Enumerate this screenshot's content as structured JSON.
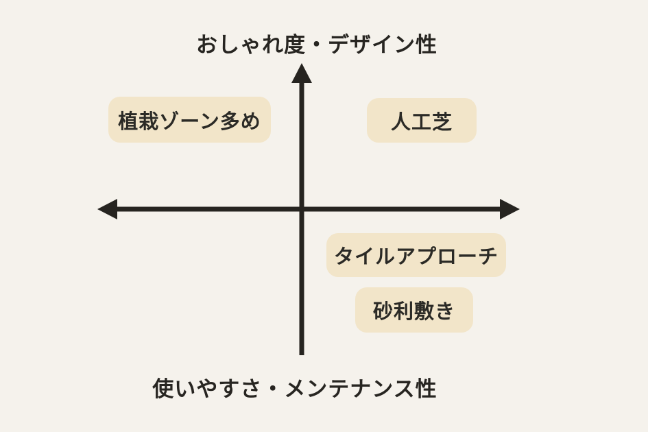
{
  "diagram": {
    "type": "quadrant-matrix",
    "axis": {
      "top_label": "おしゃれ度・デザイン性",
      "bottom_label": "使いやすさ・メンテナンス性"
    },
    "items": [
      {
        "label": "植栽ゾーン多め",
        "quadrant": "top-left"
      },
      {
        "label": "人工芝",
        "quadrant": "top-right"
      },
      {
        "label": "タイルアプローチ",
        "quadrant": "bottom-right-upper"
      },
      {
        "label": "砂利敷き",
        "quadrant": "bottom-right-lower"
      }
    ],
    "colors": {
      "background": "#f5f2ec",
      "box_fill": "#f2e5c9",
      "line": "#262420",
      "text": "#2b2a26"
    }
  }
}
